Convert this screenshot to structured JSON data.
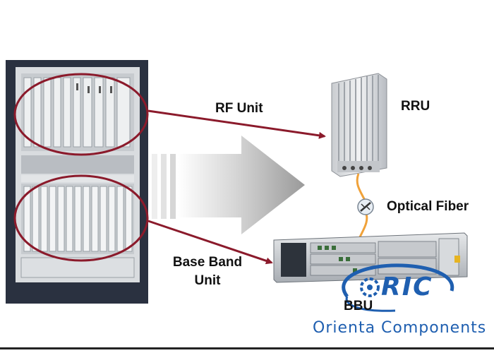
{
  "labels": {
    "rf_unit": "RF Unit",
    "rru": "RRU",
    "optical_fiber": "Optical Fiber",
    "base_band_line1": "Base Band",
    "base_band_line2": "Unit",
    "bbu": "BBU"
  },
  "logo": {
    "mark_text": "RIC",
    "company_name": "Orienta Components"
  },
  "colors": {
    "arrow_line": "#8b1a2b",
    "ellipse": "#8b1a2b",
    "fiber": "#f0a23a",
    "logo_blue": "#1f5fb0",
    "cabinet_dark": "#2a3140"
  }
}
